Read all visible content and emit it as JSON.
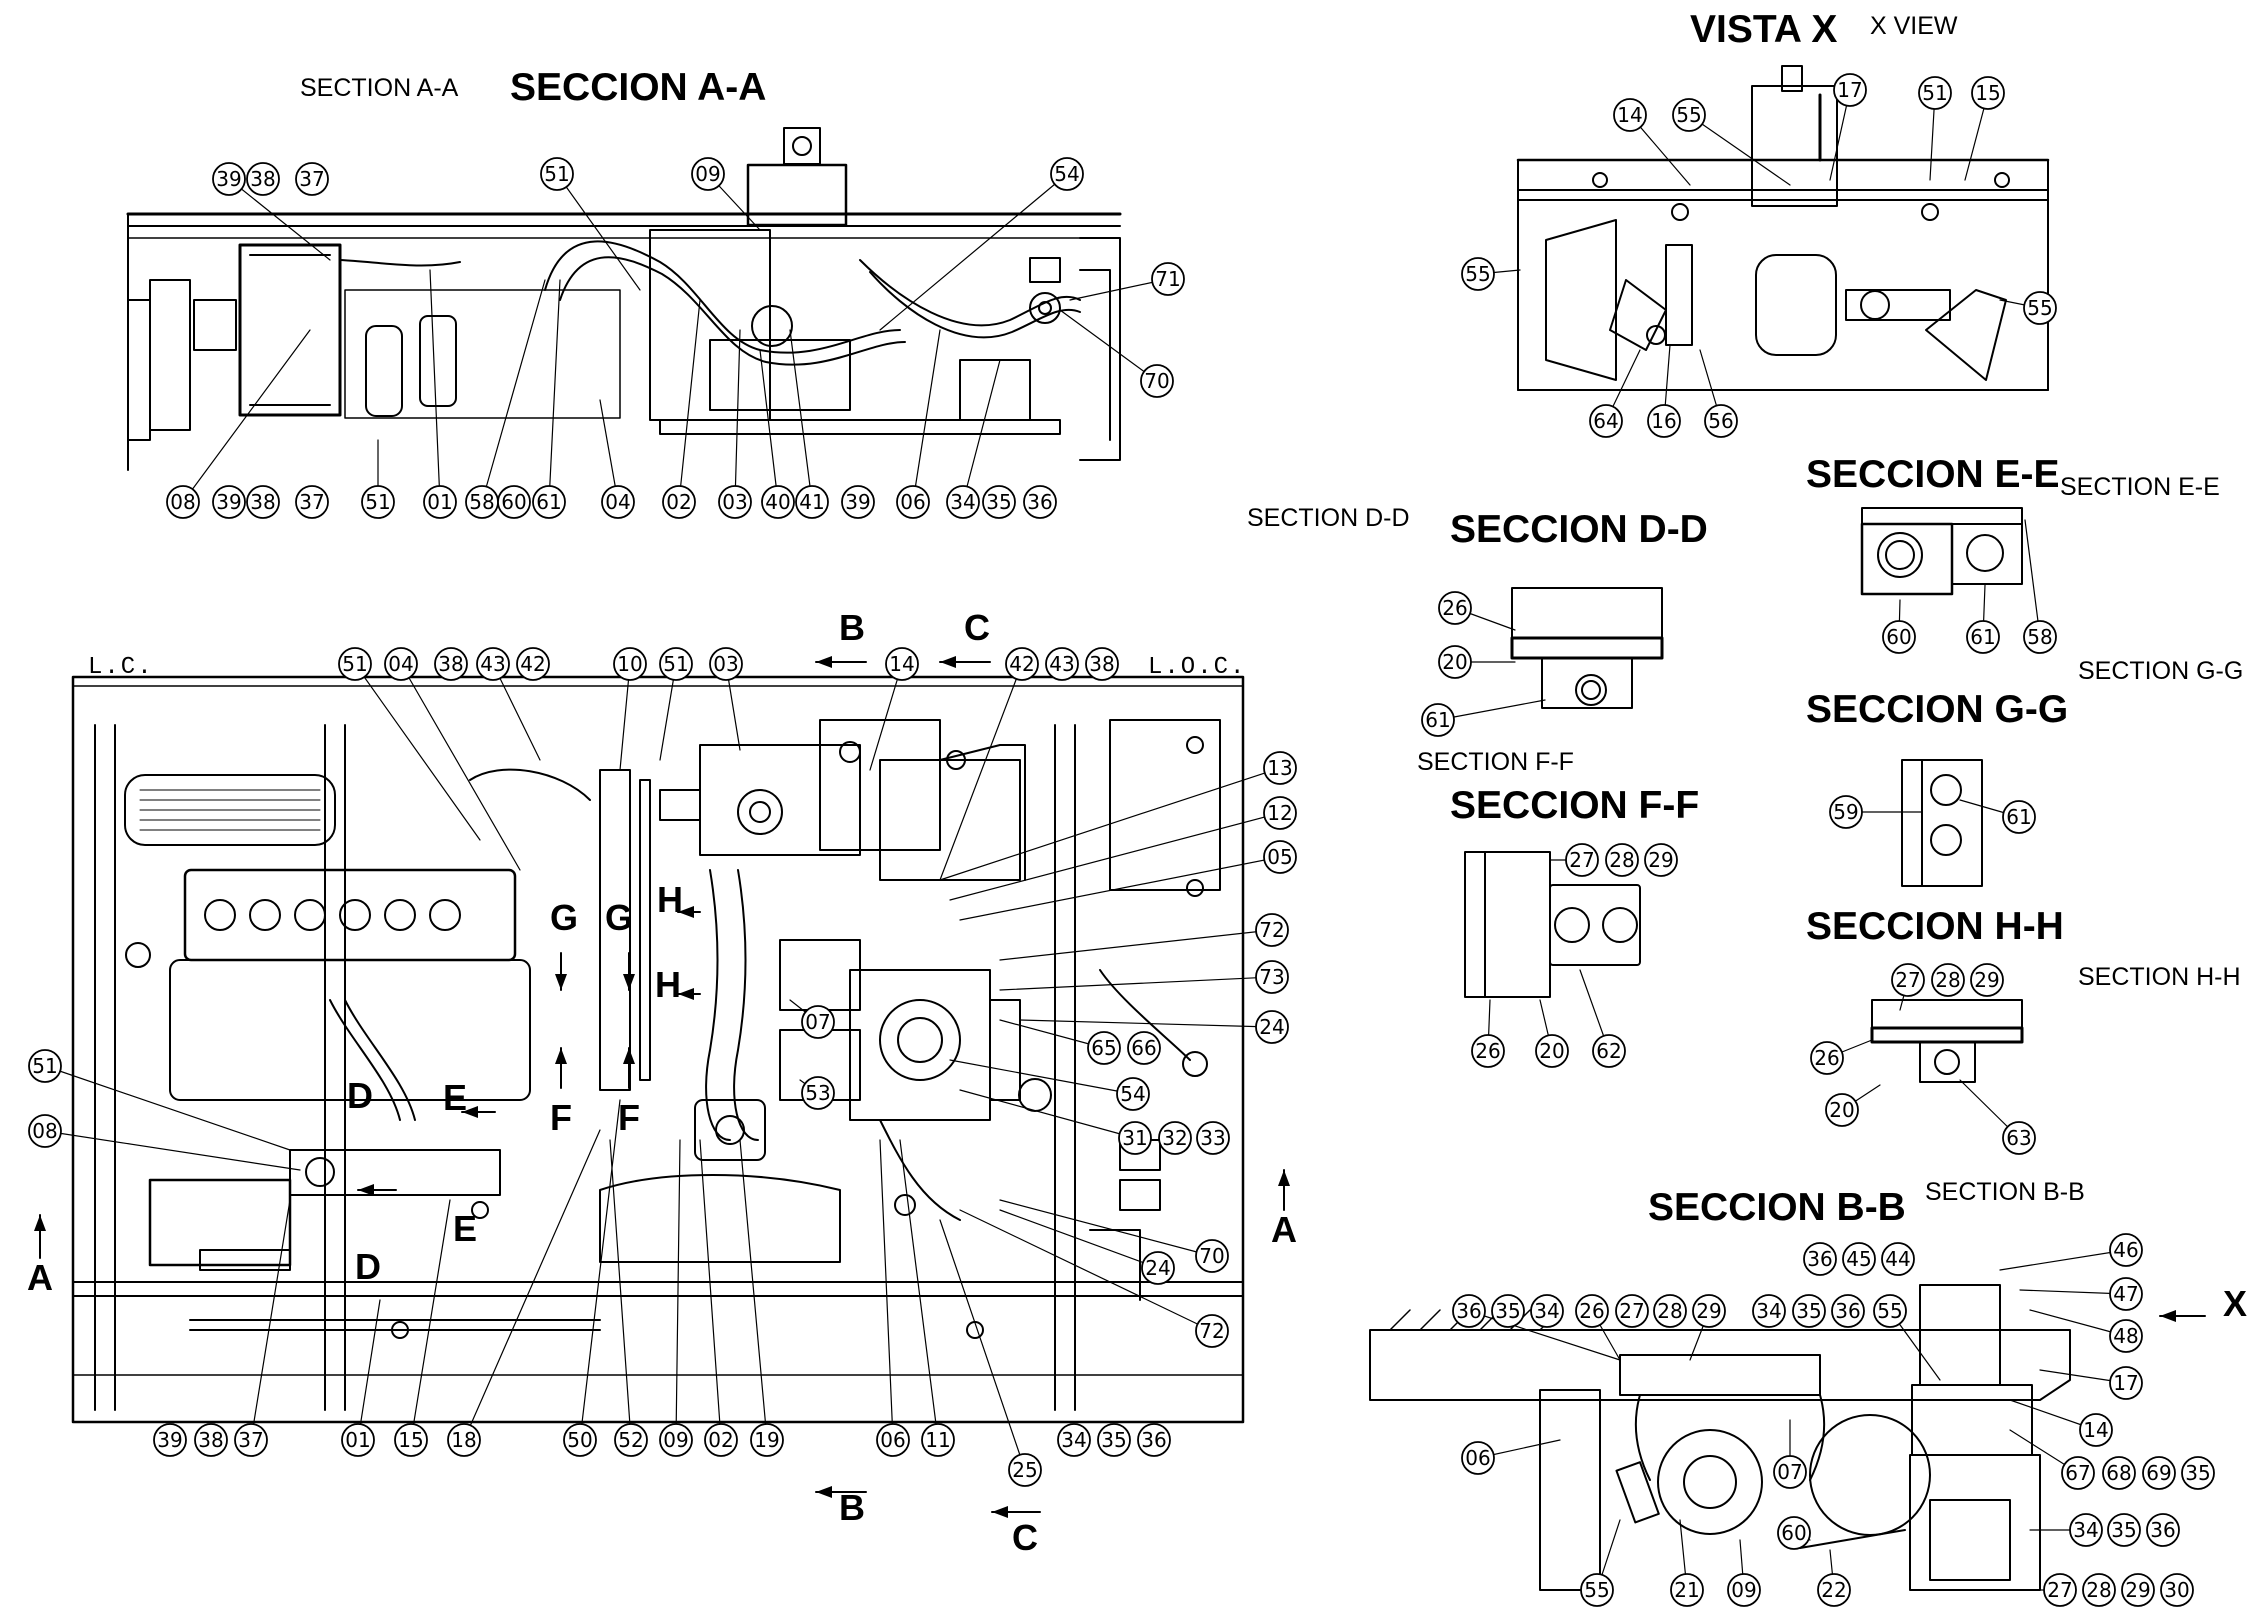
{
  "captions": {
    "section_aa_en": "SECTION A-A",
    "section_aa_es": "SECCION A-A",
    "vista_x_es": "VISTA X",
    "vista_x_en": "X VIEW",
    "section_ee_es": "SECCION E-E",
    "section_ee_en": "SECTION E-E",
    "section_dd_en": "SECTION D-D",
    "section_dd_es": "SECCION D-D",
    "section_gg_en": "SECTION G-G",
    "section_gg_es": "SECCION G-G",
    "section_ff_en": "SECTION F-F",
    "section_ff_es": "SECCION F-F",
    "section_hh_es": "SECCION H-H",
    "section_hh_en": "SECTION H-H",
    "section_bb_es": "SECCION B-B",
    "section_bb_en": "SECTION B-B"
  },
  "side_labels": {
    "lc": "L.C.",
    "loc": "L.O.C."
  },
  "section_letters": [
    "A",
    "A",
    "B",
    "B",
    "C",
    "C",
    "D",
    "D",
    "E",
    "E",
    "F",
    "F",
    "G",
    "G",
    "H",
    "H",
    "X"
  ],
  "callouts": {
    "aa_top": [
      "39",
      "38",
      "37",
      "51",
      "09",
      "54",
      "71",
      "70"
    ],
    "aa_bottom": [
      "08",
      "39",
      "38",
      "37",
      "51",
      "01",
      "58",
      "60",
      "61",
      "04",
      "02",
      "03",
      "40",
      "41",
      "39",
      "06",
      "34",
      "35",
      "36"
    ],
    "vx": [
      "14",
      "55",
      "17",
      "51",
      "15",
      "55",
      "55",
      "64",
      "16",
      "56"
    ],
    "dd": [
      "26",
      "20",
      "61"
    ],
    "ee": [
      "60",
      "61",
      "58"
    ],
    "ff": [
      "27",
      "28",
      "29",
      "26",
      "20",
      "62"
    ],
    "gg": [
      "59",
      "61"
    ],
    "hh": [
      "27",
      "28",
      "29",
      "26",
      "20",
      "63"
    ],
    "plan_top": [
      "51",
      "04",
      "38",
      "43",
      "42",
      "10",
      "51",
      "03",
      "14",
      "42",
      "43",
      "38"
    ],
    "plan_right": [
      "13",
      "12",
      "05",
      "72",
      "73",
      "24",
      "65",
      "66",
      "54",
      "31",
      "32",
      "33",
      "70",
      "24",
      "72"
    ],
    "plan_inner": [
      "07",
      "53"
    ],
    "plan_left": [
      "51",
      "08"
    ],
    "plan_bottom": [
      "39",
      "38",
      "37",
      "01",
      "15",
      "18",
      "50",
      "52",
      "09",
      "02",
      "19",
      "06",
      "11",
      "25",
      "34",
      "35",
      "36"
    ],
    "bb": [
      "36",
      "45",
      "44",
      "46",
      "47",
      "48",
      "36",
      "35",
      "34",
      "26",
      "27",
      "28",
      "29",
      "34",
      "35",
      "36",
      "55",
      "17",
      "06",
      "07",
      "14",
      "67",
      "68",
      "69",
      "35",
      "34",
      "35",
      "36",
      "60",
      "55",
      "21",
      "09",
      "22",
      "27",
      "28",
      "29",
      "30"
    ]
  }
}
